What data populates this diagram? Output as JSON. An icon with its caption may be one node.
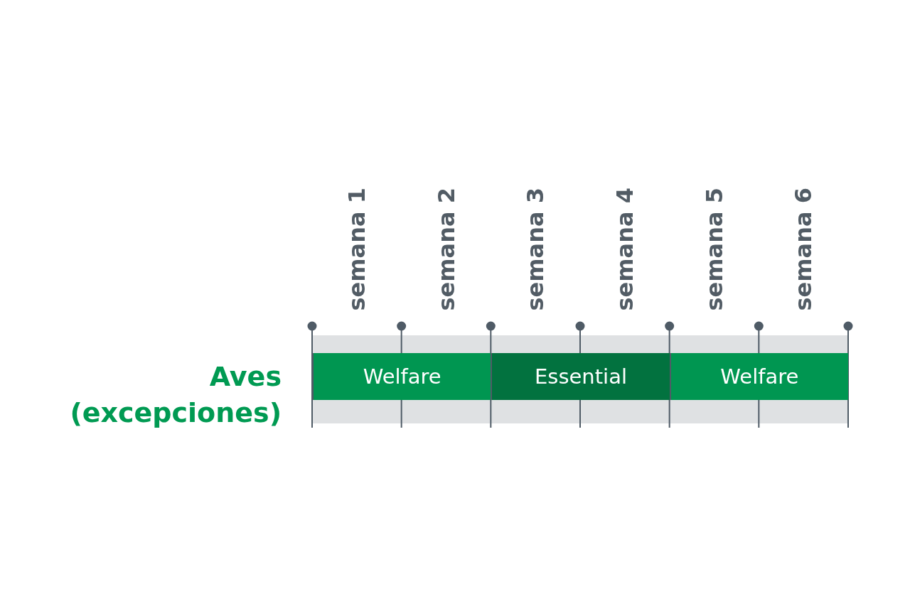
{
  "diagram": {
    "nodes": [
      {
        "text": [
          "Welfare"
        ]
      },
      {
        "text": [
          "Essential"
        ]
      },
      {
        "text": [
          "Welfare"
        ]
      }
    ],
    "labels": [
      "semana 1",
      "semana 2",
      "semana 3",
      "semana 4",
      "semana 5",
      "semana 6",
      "Aves (excepciones)"
    ]
  }
}
